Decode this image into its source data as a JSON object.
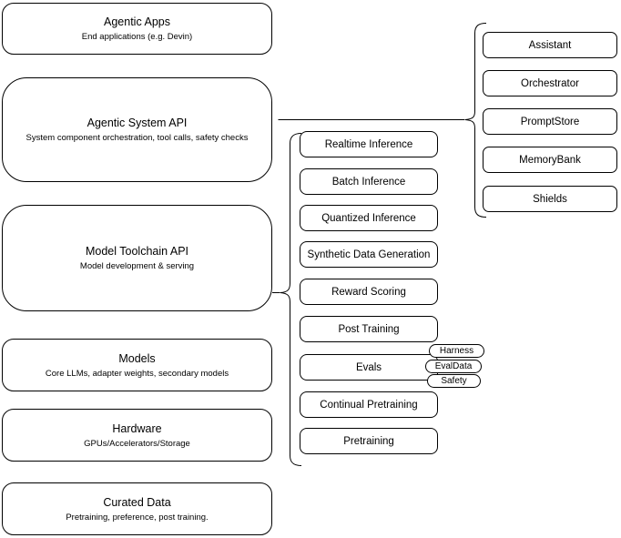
{
  "canvas": {
    "background": "#ffffff",
    "stroke": "#000000",
    "text_color": "#000000"
  },
  "left_stack": {
    "items": [
      {
        "title": "Agentic Apps",
        "subtitle": "End applications (e.g. Devin)"
      },
      {
        "title": "Agentic System API",
        "subtitle": "System component orchestration, tool calls, safety checks"
      },
      {
        "title": "Model Toolchain API",
        "subtitle": "Model development & serving"
      },
      {
        "title": "Models",
        "subtitle": "Core LLMs, adapter weights, secondary models"
      },
      {
        "title": "Hardware",
        "subtitle": "GPUs/Accelerators/Storage"
      },
      {
        "title": "Curated Data",
        "subtitle": "Pretraining, preference, post training."
      }
    ]
  },
  "toolchain_stack": {
    "items": [
      {
        "label": "Realtime Inference"
      },
      {
        "label": "Batch Inference"
      },
      {
        "label": "Quantized Inference"
      },
      {
        "label": "Synthetic Data Generation"
      },
      {
        "label": "Reward Scoring"
      },
      {
        "label": "Post Training"
      },
      {
        "label": "Evals"
      },
      {
        "label": "Continual Pretraining"
      },
      {
        "label": "Pretraining"
      }
    ]
  },
  "evals_tags": {
    "items": [
      {
        "label": "Harness"
      },
      {
        "label": "EvalData"
      },
      {
        "label": "Safety"
      }
    ]
  },
  "system_components": {
    "items": [
      {
        "label": "Assistant"
      },
      {
        "label": "Orchestrator"
      },
      {
        "label": "PromptStore"
      },
      {
        "label": "MemoryBank"
      },
      {
        "label": "Shields"
      }
    ]
  }
}
